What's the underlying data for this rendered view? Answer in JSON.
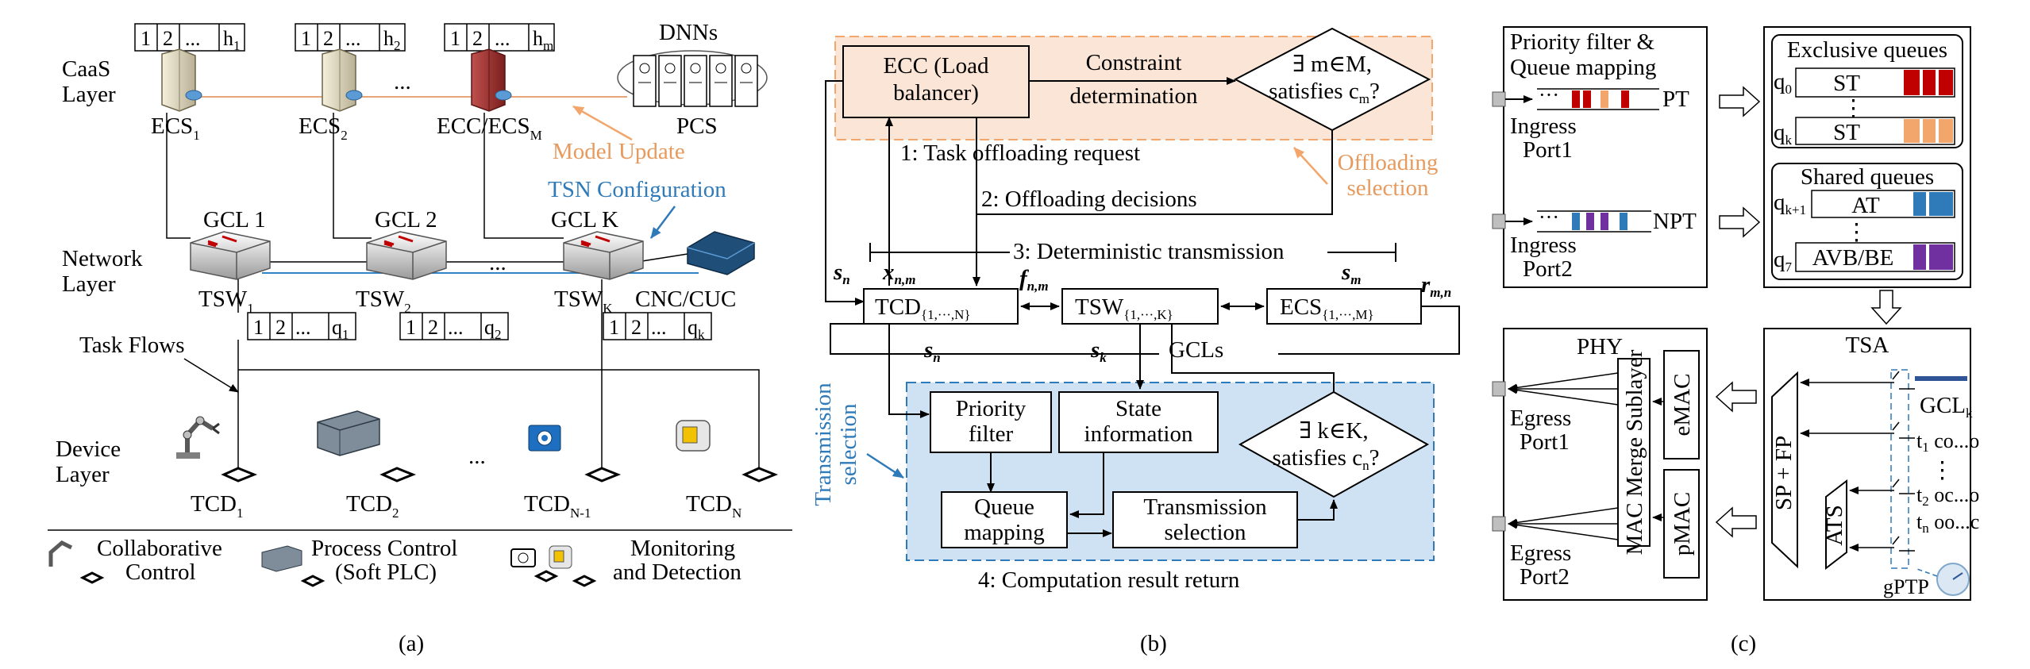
{
  "panel_a": {
    "caption": "(a)",
    "layers": {
      "caas": [
        "CaaS",
        "Layer"
      ],
      "network": [
        "Network",
        "Layer"
      ],
      "device": [
        "Device",
        "Layer"
      ]
    },
    "servers": {
      "ecs1": {
        "base": "ECS",
        "sub": "1"
      },
      "ecs2": {
        "base": "ECS",
        "sub": "2"
      },
      "ecc": {
        "base": "ECC/ECS",
        "sub": "M"
      }
    },
    "server_queues": [
      {
        "c1": "1",
        "c2": "2",
        "dots": "...",
        "last": "h",
        "last_sub": "1"
      },
      {
        "c1": "1",
        "c2": "2",
        "dots": "...",
        "last": "h",
        "last_sub": "2"
      },
      {
        "c1": "1",
        "c2": "2",
        "dots": "...",
        "last": "h",
        "last_sub": "m"
      }
    ],
    "dnns": "DNNs",
    "pcs": "PCS",
    "model_update": "Model Update",
    "tsn_config": "TSN Configuration",
    "gcls": [
      "GCL 1",
      "GCL 2",
      "GCL K"
    ],
    "switches": [
      {
        "base": "TSW",
        "sub": "1"
      },
      {
        "base": "TSW",
        "sub": "2"
      },
      {
        "base": "TSW",
        "sub": "K"
      }
    ],
    "cnc": "CNC/CUC",
    "switch_queues": [
      {
        "c1": "1",
        "c2": "2",
        "dots": "...",
        "last": "q",
        "last_sub": "1"
      },
      {
        "c1": "1",
        "c2": "2",
        "dots": "...",
        "last": "q",
        "last_sub": "2"
      },
      {
        "c1": "1",
        "c2": "2",
        "dots": "...",
        "last": "q",
        "last_sub": "k"
      }
    ],
    "task_flows": "Task Flows",
    "ellipsis": "...",
    "devices": [
      {
        "base": "TCD",
        "sub": "1"
      },
      {
        "base": "TCD",
        "sub": "2"
      },
      {
        "base": "TCD",
        "sub": "N-1"
      },
      {
        "base": "TCD",
        "sub": "N"
      }
    ],
    "legend": [
      [
        "Collaborative",
        "Control"
      ],
      [
        "Process Control",
        "(Soft PLC)"
      ],
      [
        "Monitoring",
        "and Detection"
      ]
    ]
  },
  "panel_b": {
    "caption": "(b)",
    "ecc": [
      "ECC (Load",
      "balancer)"
    ],
    "constraint": [
      "Constraint",
      "determination"
    ],
    "exists_m": [
      "∃ m∈M,",
      "satisfies c",
      "m",
      "?"
    ],
    "offloading_selection": [
      "Offloading",
      "selection"
    ],
    "step1": "1: Task offloading request",
    "step2": "2: Offloading decisions",
    "step3": "3: Deterministic transmission",
    "step4": "4: Computation result return",
    "s_n": [
      "s",
      "n"
    ],
    "x_nm": [
      "x",
      "n,m"
    ],
    "f_nm": [
      "f",
      "n,m"
    ],
    "s_m": [
      "s",
      "m"
    ],
    "r_mn": [
      "r",
      "m,n"
    ],
    "s_k": [
      "s",
      "k"
    ],
    "tcd": [
      "TCD",
      "{1,···,N}"
    ],
    "tsw": [
      "TSW",
      "{1,···,K}"
    ],
    "ecs": [
      "ECS",
      "{1,···,M}"
    ],
    "gcls": "GCLs",
    "transmission_selection_side": [
      "Transmission",
      "selection"
    ],
    "priority_filter": [
      "Priority",
      "filter"
    ],
    "state_information": [
      "State",
      "information"
    ],
    "queue_mapping": [
      "Queue",
      "mapping"
    ],
    "transmission_selection": [
      "Transmission",
      "selection"
    ],
    "exists_k": [
      "∃ k∈K,",
      "satisfies c",
      "n",
      "?"
    ]
  },
  "panel_c": {
    "caption": "(c)",
    "pf_title": [
      "Priority filter &",
      "Queue mapping"
    ],
    "pt": "PT",
    "npt": "NPT",
    "ingress1": [
      "Ingress",
      "Port1"
    ],
    "ingress2": [
      "Ingress",
      "Port2"
    ],
    "exclusive": "Exclusive queues",
    "shared": "Shared queues",
    "queues": [
      {
        "q": "q",
        "sub": "0",
        "label": "ST"
      },
      {
        "q": "q",
        "sub": "k",
        "label": "ST"
      },
      {
        "q": "q",
        "sub": "k+1",
        "label": "AT"
      },
      {
        "q": "q",
        "sub": "7",
        "label": "AVB/BE"
      }
    ],
    "tsa": "TSA",
    "sp_fp": "SP + FP",
    "ats": "ATS",
    "gcl": {
      "base": "GCL",
      "sub": "k"
    },
    "gcl_rows": [
      {
        "t": "t",
        "sub": "1",
        "v": "co...o"
      },
      {
        "t": "t",
        "sub": "2",
        "v": "oc...o"
      },
      {
        "t": "t",
        "sub": "n",
        "v": "oo...c"
      }
    ],
    "gptp": "gPTP",
    "phy": "PHY",
    "mac_merge": "MAC Merge Sublayer",
    "emac": "eMAC",
    "pmac": "pMAC",
    "egress1": [
      "Egress",
      "Port1"
    ],
    "egress2": [
      "Egress",
      "Port2"
    ]
  },
  "colors": {
    "orange": "#f2a66b",
    "orange_fill": "#fbe5d6",
    "blue_fill": "#cfe2f3",
    "blue": "#2f7ab9",
    "red": "#c00000",
    "purple": "#7030a0",
    "link_orange": "#e7a67a",
    "link_blue": "#2e86c8"
  }
}
